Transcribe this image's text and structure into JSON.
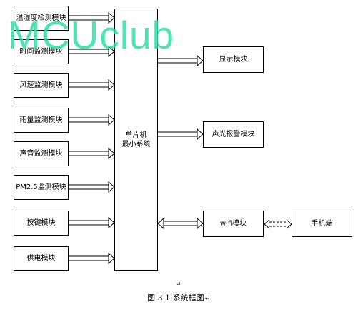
{
  "left_modules": [
    "温湿度检测模块",
    "时间监测模块",
    "风速监测模块",
    "雨量监测模块",
    "声音监测模块",
    "PM2.5监测模块",
    "按键模块",
    "供电模块"
  ],
  "mcu": {
    "line1": "单片机",
    "line2": "最小系统"
  },
  "right_modules": {
    "display": "显示模块",
    "alarm": "声光报警模块",
    "wifi": "wifi模块",
    "phone": "手机端"
  },
  "caption": "图 3.1·系统框图↵",
  "para_mark": "↵",
  "watermark": "MCUclub",
  "colors": {
    "watermark": "#2ee0a8",
    "line": "#000000"
  }
}
